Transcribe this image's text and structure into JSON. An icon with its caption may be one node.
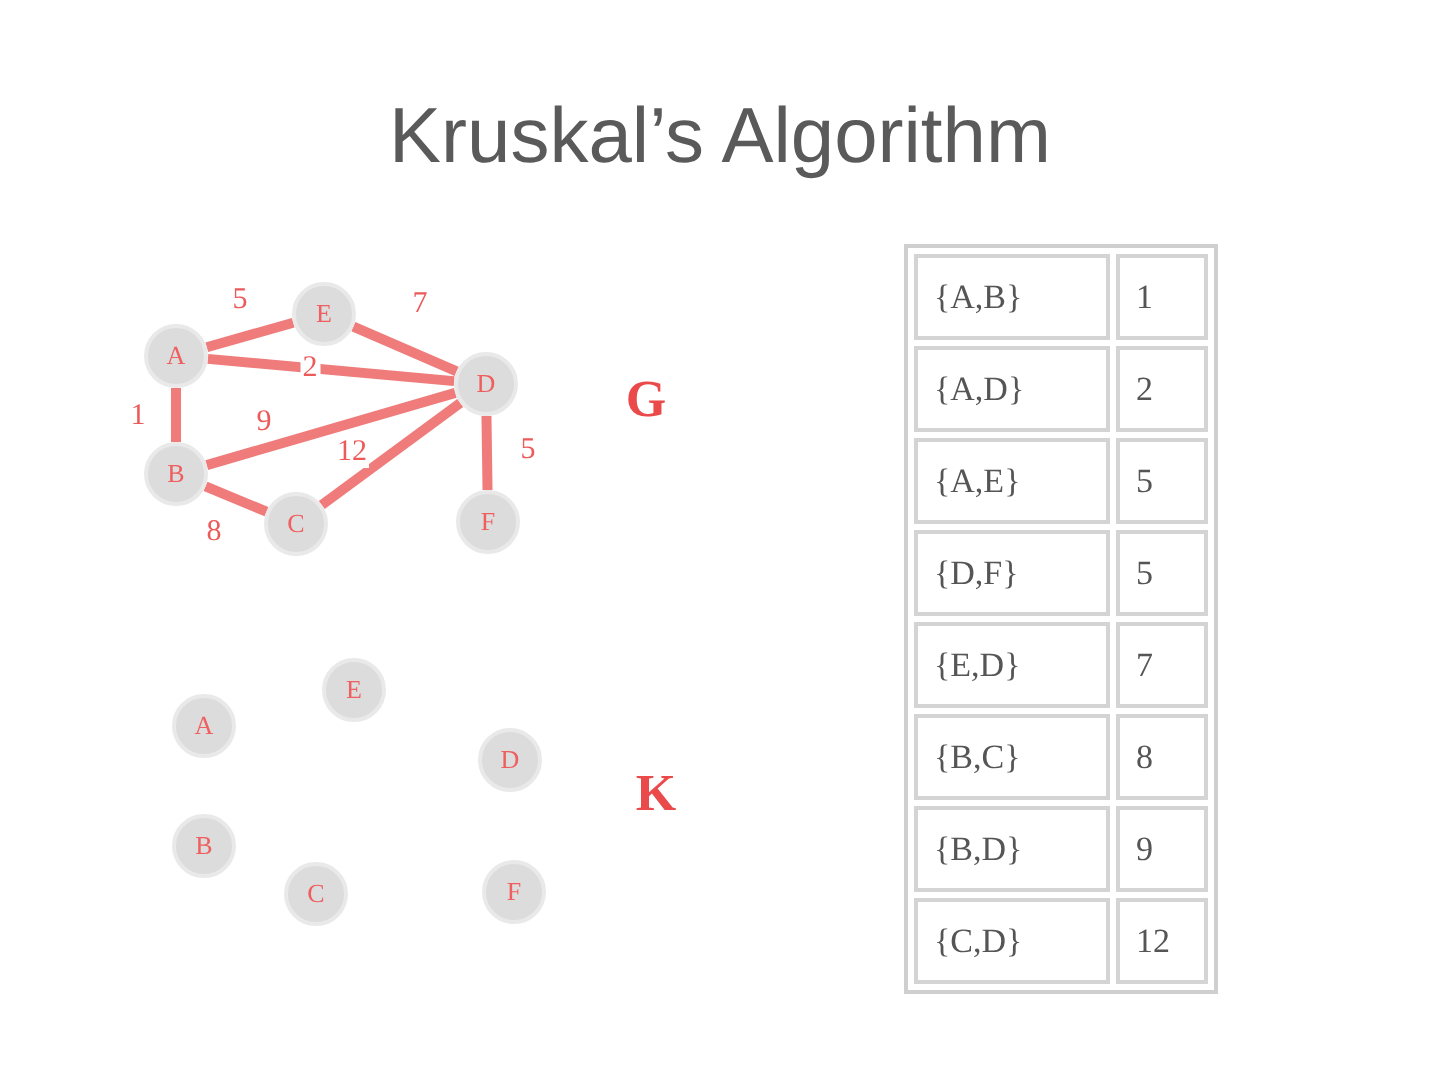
{
  "diagram": {
    "title": "Kruskal’s Algorithm",
    "nodes": [
      {
        "text": [
          "A"
        ]
      },
      {
        "text": [
          "E"
        ]
      },
      {
        "text": [
          "D"
        ]
      },
      {
        "text": [
          "B"
        ]
      },
      {
        "text": [
          "C"
        ]
      },
      {
        "text": [
          "F"
        ]
      },
      {
        "text": [
          "A"
        ]
      },
      {
        "text": [
          "E"
        ]
      },
      {
        "text": [
          "D"
        ]
      },
      {
        "text": [
          "B"
        ]
      },
      {
        "text": [
          "C"
        ]
      },
      {
        "text": [
          "F"
        ]
      }
    ],
    "edges": [
      {
        "from": 0,
        "to": 1,
        "arrow": "none",
        "label": "5"
      },
      {
        "from": 1,
        "to": 2,
        "arrow": "none",
        "label": "7"
      },
      {
        "from": 0,
        "to": 2,
        "arrow": "none",
        "label": "2"
      },
      {
        "from": 0,
        "to": 3,
        "arrow": "none",
        "label": "1"
      },
      {
        "from": 3,
        "to": 2,
        "arrow": "none",
        "label": "9"
      },
      {
        "from": 3,
        "to": 4,
        "arrow": "none",
        "label": "8"
      },
      {
        "from": 4,
        "to": 2,
        "arrow": "none",
        "label": "12"
      },
      {
        "from": 2,
        "to": 5,
        "arrow": "none",
        "label": "5"
      }
    ],
    "labels": [
      "G",
      "K",
      "{A,B}",
      "1",
      "{A,D}",
      "2",
      "{A,E}",
      "5",
      "{D,F}",
      "5",
      "{E,D}",
      "7",
      "{B,C}",
      "8",
      "{B,D}",
      "9",
      "{C,D}",
      "12"
    ]
  }
}
